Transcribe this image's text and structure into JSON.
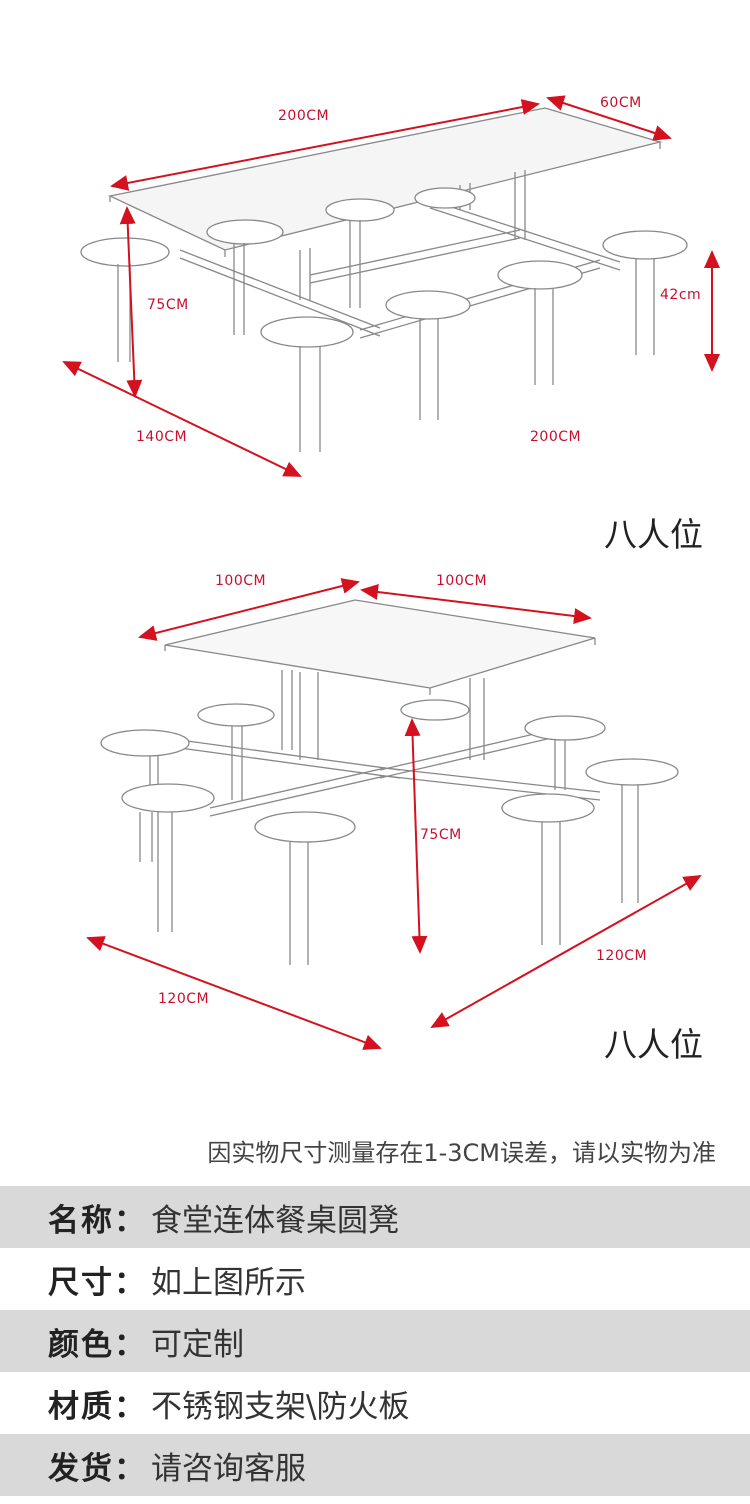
{
  "diagram_eight_rect": {
    "dims": {
      "top_length": "200CM",
      "top_width": "60CM",
      "height": "75CM",
      "seat_height": "42cm",
      "base_width": "140CM",
      "base_length": "200CM"
    },
    "caption": "八人位"
  },
  "diagram_eight_square": {
    "dims": {
      "top_left": "100CM",
      "top_right": "100CM",
      "height": "75CM",
      "base_right": "120CM",
      "base_left": "120CM"
    },
    "caption": "八人位"
  },
  "note": "因实物尺寸测量存在1-3CM误差，请以实物为准",
  "specs": [
    {
      "label": "名称：",
      "value": "食堂连体餐桌圆凳"
    },
    {
      "label": "尺寸：",
      "value": "如上图所示"
    },
    {
      "label": "颜色：",
      "value": "可定制"
    },
    {
      "label": "材质：",
      "value": "不锈钢支架\\防火板"
    },
    {
      "label": "发货：",
      "value": "请咨询客服"
    }
  ],
  "colors": {
    "dimension": "#c8102e",
    "row_shade": "#d9d9d9"
  }
}
